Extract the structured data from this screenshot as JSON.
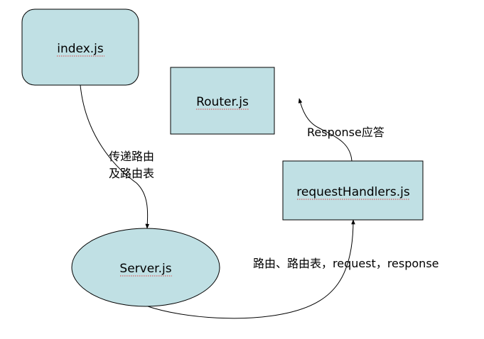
{
  "nodes": {
    "index": {
      "label": "index.js",
      "shape": "rounded-rectangle"
    },
    "router": {
      "label": "Router.js",
      "shape": "rectangle"
    },
    "request_handlers": {
      "label": "requestHandlers.js",
      "shape": "rectangle"
    },
    "server": {
      "label": "Server.js",
      "shape": "ellipse"
    }
  },
  "edges": {
    "index_to_server": {
      "from": "index.js",
      "to": "Server.js",
      "label_line1": "传递路由",
      "label_line2": "及路由表"
    },
    "server_to_handlers": {
      "from": "Server.js",
      "to": "requestHandlers.js",
      "label": "路由、路由表，request，response"
    },
    "handlers_to_router": {
      "from": "requestHandlers.js",
      "to": "Router.js",
      "label": "Response应答"
    }
  },
  "colors": {
    "node_fill": "#c0e0e4",
    "stroke": "#000000",
    "spellcheck_underline": "#d64040",
    "background": "#ffffff"
  }
}
